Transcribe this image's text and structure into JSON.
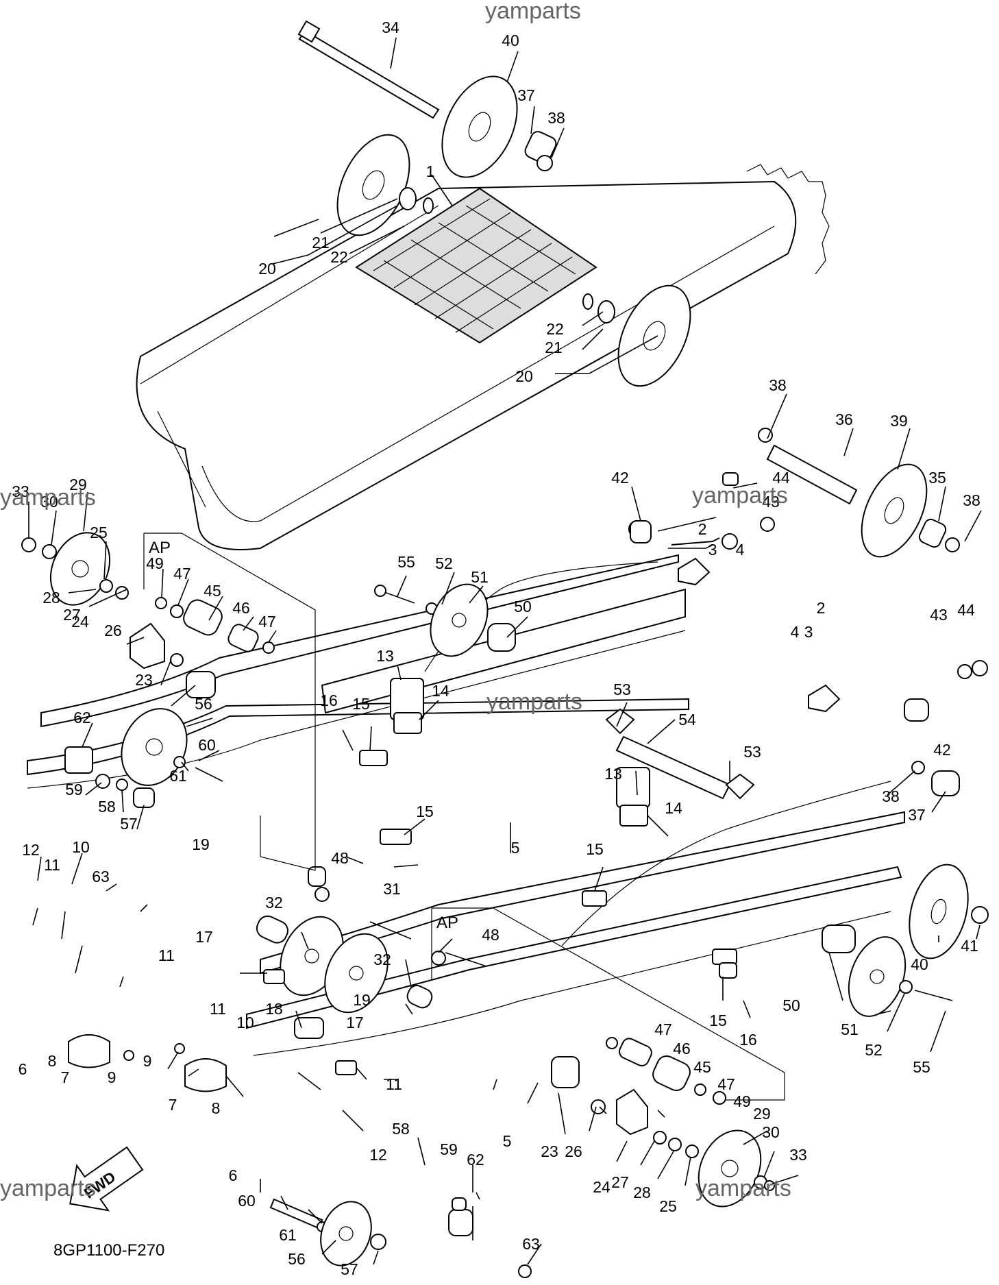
{
  "diagram": {
    "code": "8GP1100-F270",
    "box_label": "AP",
    "fwd_label": "FWD",
    "watermarks": [
      "yamparts",
      "yamparts",
      "yamparts",
      "yamparts",
      "yamparts"
    ],
    "callouts": {
      "c34": "34",
      "c40a": "40",
      "c37a": "37",
      "c38a": "38",
      "c1": "1",
      "c21a": "21",
      "c22a": "22",
      "c20a": "20",
      "c22b": "22",
      "c21b": "21",
      "c20b": "20",
      "c38b": "38",
      "c36": "36",
      "c39": "39",
      "c35": "35",
      "c38c": "38",
      "c42a": "42",
      "c44a": "44",
      "c43a": "43",
      "c33a": "33",
      "c30a": "30",
      "c29a": "29",
      "c25a": "25",
      "c28a": "28",
      "c27a": "27",
      "c49a": "49",
      "c47a": "47",
      "c45a": "45",
      "c46a": "46",
      "c47b": "47",
      "c24a": "24",
      "c26a": "26",
      "c23a": "23",
      "c56a": "56",
      "c60a": "60",
      "c61a": "61",
      "c62a": "62",
      "c59a": "59",
      "c58a": "58",
      "c57a": "57",
      "c55a": "55",
      "c52a": "52",
      "c51a": "51",
      "c50a": "50",
      "c13a": "13",
      "c14a": "14",
      "c16a": "16",
      "c15a": "15",
      "c2a": "2",
      "c3a": "3",
      "c4a": "4",
      "c2b": "2",
      "c4b": "4",
      "c3b": "3",
      "c43b": "43",
      "c44b": "44",
      "c42b": "42",
      "c53a": "53",
      "c54": "54",
      "c53b": "53",
      "c15b": "15",
      "c5a": "5",
      "c38d": "38",
      "c37b": "37",
      "c13b": "13",
      "c14b": "14",
      "c15c": "15",
      "c12a": "12",
      "c10a": "10",
      "c11a": "11",
      "c63a": "63",
      "c19a": "19",
      "c48a": "48",
      "c32a": "32",
      "c31": "31",
      "c17a": "17",
      "c11b": "11",
      "c18": "18",
      "c48b": "48",
      "c32b": "32",
      "c19b": "19",
      "c17b": "17",
      "c40b": "40",
      "c41": "41",
      "c50b": "50",
      "c51b": "51",
      "c52b": "52",
      "c55b": "55",
      "c15d": "15",
      "c16b": "16",
      "c6a": "6",
      "c8a": "8",
      "c7a": "7",
      "c9a": "9",
      "c9b": "9",
      "c11c": "11",
      "c10b": "10",
      "c7b": "7",
      "c8b": "8",
      "c11d": "11",
      "c5b": "5",
      "c47c": "47",
      "c46b": "46",
      "c45b": "45",
      "c47d": "47",
      "c49b": "49",
      "c23b": "23",
      "c26b": "26",
      "c24b": "24",
      "c29b": "29",
      "c30b": "30",
      "c33b": "33",
      "c27b": "27",
      "c28b": "28",
      "c25b": "25",
      "c12b": "12",
      "c59b": "59",
      "c62b": "62",
      "c58b": "58",
      "c63b": "63",
      "c6b": "6",
      "c60b": "60",
      "c61b": "61",
      "c56b": "56",
      "c57b": "57"
    }
  }
}
